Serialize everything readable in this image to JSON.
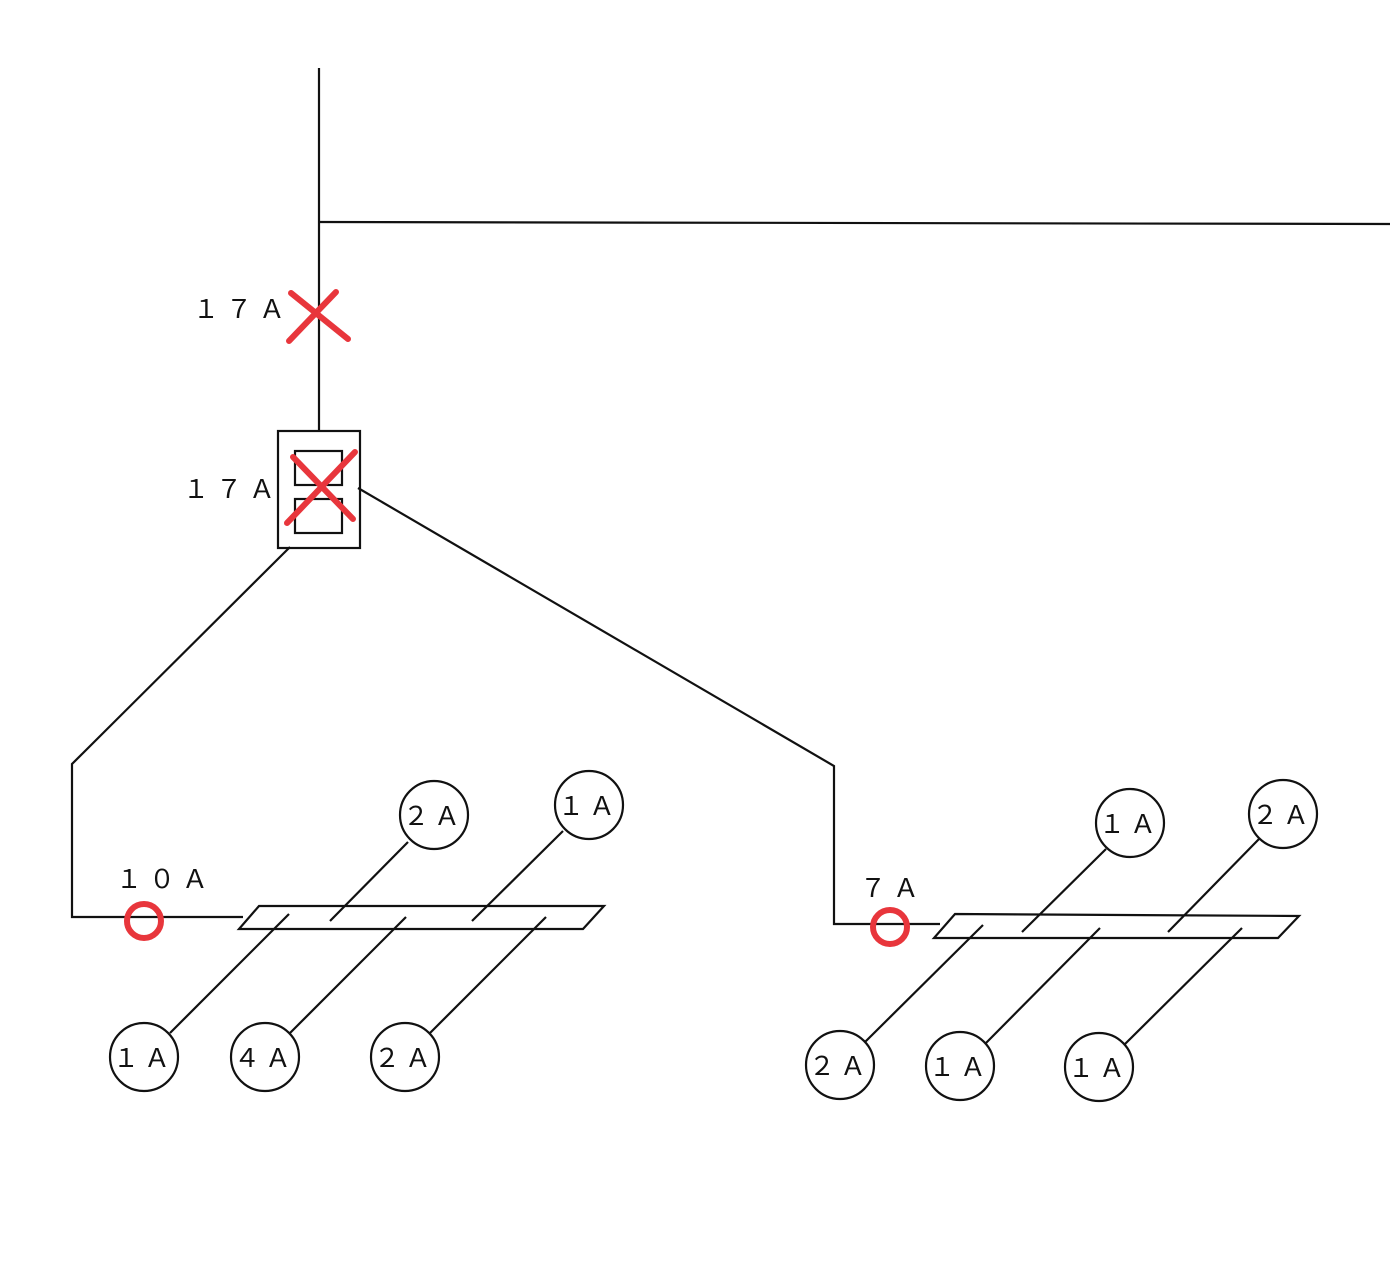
{
  "colors": {
    "wire": "#111111",
    "marker": "#e8363c"
  },
  "main_fuse": {
    "label": "１７Ａ",
    "marker": "red-x"
  },
  "breaker": {
    "label": "１７Ａ",
    "marker": "red-x"
  },
  "branches": [
    {
      "id": "left",
      "label": "１０Ａ",
      "marker": "red-circle",
      "loads_top": [
        "２Ａ",
        "１Ａ"
      ],
      "loads_bottom": [
        "１Ａ",
        "４Ａ",
        "２Ａ"
      ]
    },
    {
      "id": "right",
      "label": "７Ａ",
      "marker": "red-circle",
      "loads_top": [
        "１Ａ",
        "２Ａ"
      ],
      "loads_bottom": [
        "２Ａ",
        "１Ａ",
        "１Ａ"
      ]
    }
  ]
}
